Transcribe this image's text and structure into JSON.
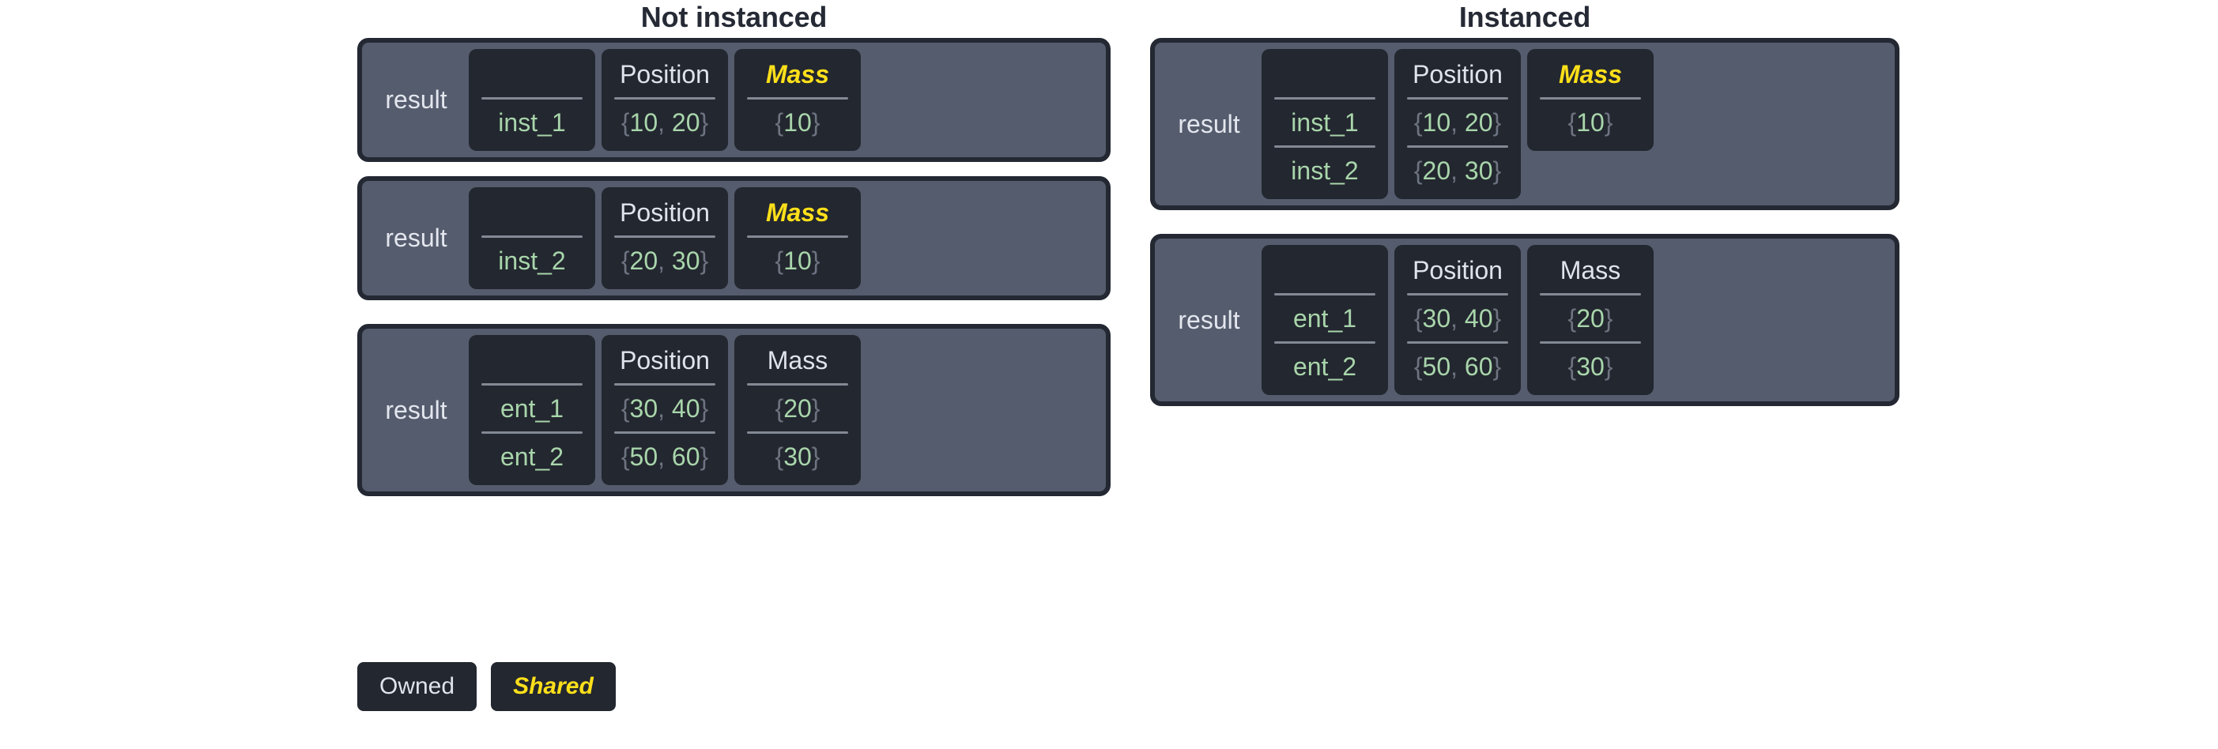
{
  "diagram": {
    "legend": {
      "owned_label": "Owned",
      "shared_label": "Shared"
    },
    "columns": [
      {
        "title": "Not instanced",
        "panels": [
          {
            "result_label": "result",
            "name_header": "",
            "fields": [
              "Position",
              "Mass"
            ],
            "field_shared": [
              false,
              true
            ],
            "rows": [
              {
                "name": "inst_1",
                "values": [
                  "{10, 20}",
                  "{10}"
                ]
              }
            ]
          },
          {
            "result_label": "result",
            "name_header": "",
            "fields": [
              "Position",
              "Mass"
            ],
            "field_shared": [
              false,
              true
            ],
            "rows": [
              {
                "name": "inst_2",
                "values": [
                  "{20, 30}",
                  "{10}"
                ]
              }
            ]
          },
          {
            "result_label": "result",
            "name_header": "",
            "fields": [
              "Position",
              "Mass"
            ],
            "field_shared": [
              false,
              false
            ],
            "rows": [
              {
                "name": "ent_1",
                "values": [
                  "{30, 40}",
                  "{20}"
                ]
              },
              {
                "name": "ent_2",
                "values": [
                  "{50, 60}",
                  "{30}"
                ]
              }
            ]
          }
        ]
      },
      {
        "title": "Instanced",
        "panels": [
          {
            "result_label": "result",
            "name_header": "",
            "fields": [
              "Position",
              "Mass"
            ],
            "field_shared": [
              false,
              true
            ],
            "rows": [
              {
                "name": "inst_1",
                "values": [
                  "{10, 20}",
                  "{10}"
                ]
              },
              {
                "name": "inst_2",
                "values": [
                  "{20, 30}",
                  null
                ]
              }
            ]
          },
          {
            "result_label": "result",
            "name_header": "",
            "fields": [
              "Position",
              "Mass"
            ],
            "field_shared": [
              false,
              false
            ],
            "rows": [
              {
                "name": "ent_1",
                "values": [
                  "{30, 40}",
                  "{20}"
                ]
              },
              {
                "name": "ent_2",
                "values": [
                  "{50, 60}",
                  "{30}"
                ]
              }
            ]
          }
        ]
      }
    ]
  },
  "colors": {
    "panel_fill": "#555c6d",
    "panel_border": "#232833",
    "cell_fill": "#23272f",
    "value_green": "#a8d5ab",
    "shared_yellow": "#ffe01a",
    "text_light": "#dfe3ec",
    "title_dark": "#252a35",
    "divider": "#838994"
  }
}
